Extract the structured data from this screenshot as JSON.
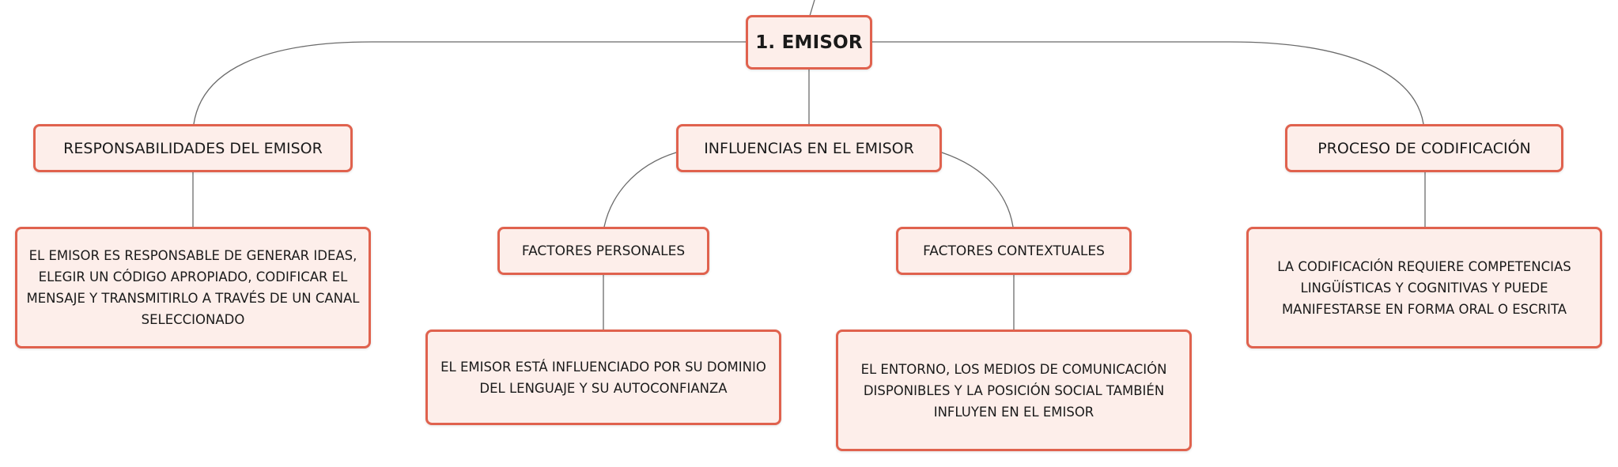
{
  "root": {
    "label": "1. EMISOR"
  },
  "branches": [
    {
      "label": "RESPONSABILIDADES DEL EMISOR",
      "detail": "EL EMISOR ES RESPONSABLE DE GENERAR IDEAS, ELEGIR UN CÓDIGO APROPIADO, CODIFICAR EL MENSAJE Y TRANSMITIRLO A TRAVÉS DE UN CANAL SELECCIONADO"
    },
    {
      "label": "INFLUENCIAS EN EL EMISOR",
      "children": [
        {
          "label": "FACTORES PERSONALES",
          "detail": "EL EMISOR ESTÁ INFLUENCIADO POR SU DOMINIO DEL LENGUAJE Y SU AUTOCONFIANZA"
        },
        {
          "label": "FACTORES CONTEXTUALES",
          "detail": "EL ENTORNO, LOS MEDIOS DE COMUNICACIÓN DISPONIBLES Y LA POSICIÓN SOCIAL TAMBIÉN INFLUYEN EN EL EMISOR"
        }
      ]
    },
    {
      "label": "PROCESO DE CODIFICACIÓN",
      "detail": "LA CODIFICACIÓN REQUIERE COMPETENCIAS LINGÜÍSTICAS Y COGNITIVAS Y PUEDE MANIFESTARSE EN FORMA ORAL O ESCRITA"
    }
  ],
  "colors": {
    "node_border": "#e0624e",
    "node_fill": "#fdeeea",
    "connector": "#6b6b6b"
  }
}
